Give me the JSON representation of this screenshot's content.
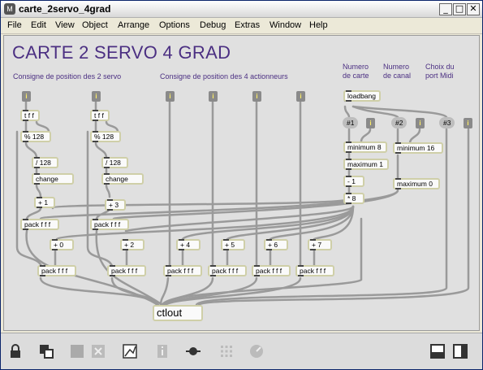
{
  "window": {
    "title": "carte_2servo_4grad",
    "min": "_",
    "max": "□",
    "close": "✕"
  },
  "menu": [
    "File",
    "Edit",
    "View",
    "Object",
    "Arrange",
    "Options",
    "Debug",
    "Extras",
    "Window",
    "Help"
  ],
  "patch": {
    "title": "CARTE 2 SERVO 4 GRAD",
    "labels": {
      "consigne2": "Consigne de position des 2 servo",
      "consigne4": "Consigne de position des 4 actionneurs",
      "numero_carte": "Numero\nde carte",
      "numero_canal": "Numero\nde canal",
      "choix_midi": "Choix du\nport Midi"
    },
    "objects": {
      "tff1": "t f f",
      "mod1": "% 128",
      "div1": "/ 128",
      "change1": "change",
      "tff2": "t f f",
      "mod2": "% 128",
      "div2": "/ 128",
      "change2": "change",
      "plus1": "+ 1",
      "plus3": "+ 3",
      "pack1": "pack f f f",
      "pack2": "pack f f f",
      "plus0": "+ 0",
      "plus2": "+ 2",
      "plus4": "+ 4",
      "plus5": "+ 5",
      "plus6": "+ 6",
      "plus7": "+ 7",
      "pack3": "pack f f f",
      "pack4": "pack f f f",
      "pack5": "pack f f f",
      "pack6": "pack f f f",
      "pack7": "pack f f f",
      "pack8": "pack f f f",
      "loadbang": "loadbang",
      "minimum8": "minimum 8",
      "maximum1": "maximum 1",
      "minus1": "- 1",
      "times8": "* 8",
      "minimum16": "minimum 16",
      "maximum0": "maximum 0",
      "ctlout": "ctlout"
    },
    "messages": {
      "m1": "#1",
      "m2": "#2",
      "m3": "#3"
    },
    "inlet_glyph": "i"
  },
  "toolbar": [
    "lock-icon",
    "patcher-icon",
    "grid-icon",
    "delete-icon",
    "presentation-icon",
    "info-icon",
    "connect-icon",
    "keypad-icon",
    "debug-icon",
    "split-h-icon",
    "split-v-icon"
  ]
}
